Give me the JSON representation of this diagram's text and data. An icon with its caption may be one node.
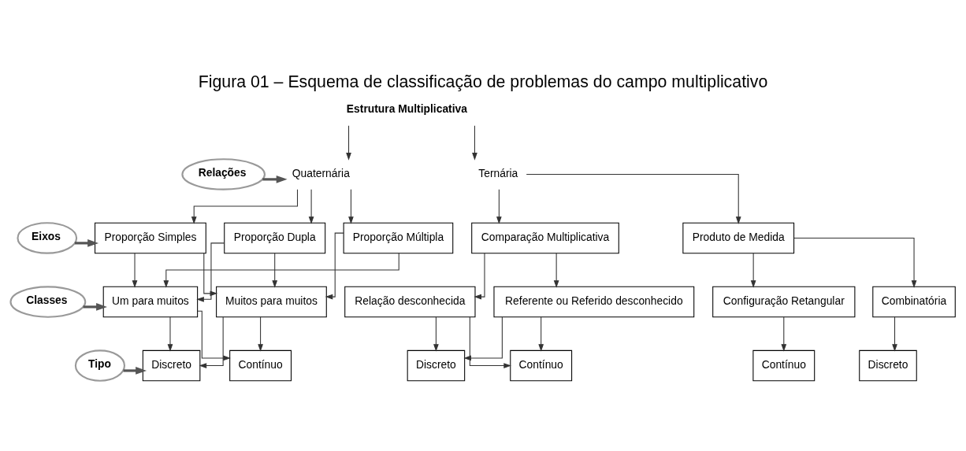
{
  "diagram": {
    "title": "Figura 01 – Esquema de classificação de problemas do campo multiplicativo",
    "nodes": [
      {
        "text": [
          "Estrutura Multiplicativa"
        ]
      },
      {
        "text": [
          "Relações"
        ]
      },
      {
        "text": [
          "Quaternária"
        ]
      },
      {
        "text": [
          "Ternária"
        ]
      },
      {
        "text": [
          "Eixos"
        ]
      },
      {
        "text": [
          "Proporção Simples"
        ]
      },
      {
        "text": [
          "Proporção Dupla"
        ]
      },
      {
        "text": [
          "Proporção Múltipla"
        ]
      },
      {
        "text": [
          "Comparação Multiplicativa"
        ]
      },
      {
        "text": [
          "Produto de Medida"
        ]
      },
      {
        "text": [
          "Classes"
        ]
      },
      {
        "text": [
          "Um para muitos"
        ]
      },
      {
        "text": [
          "Muitos para muitos"
        ]
      },
      {
        "text": [
          "Relação desconhecida"
        ]
      },
      {
        "text": [
          "Referente ou Referido desconhecido"
        ]
      },
      {
        "text": [
          "Configuração Retangular"
        ]
      },
      {
        "text": [
          "Combinatória"
        ]
      },
      {
        "text": [
          "Tipo"
        ]
      },
      {
        "text": [
          "Discreto"
        ]
      },
      {
        "text": [
          "Contínuo"
        ]
      },
      {
        "text": [
          "Discreto"
        ]
      },
      {
        "text": [
          "Contínuo"
        ]
      },
      {
        "text": [
          "Contínuo"
        ]
      },
      {
        "text": [
          "Discreto"
        ]
      }
    ],
    "edges": [
      {
        "from": 0,
        "to": 2,
        "arrow": "to"
      },
      {
        "from": 0,
        "to": 3,
        "arrow": "to"
      },
      {
        "from": 1,
        "to": 2,
        "arrow": "to",
        "style": "thick"
      },
      {
        "from": 2,
        "to": 5,
        "arrow": "to"
      },
      {
        "from": 2,
        "to": 6,
        "arrow": "to"
      },
      {
        "from": 2,
        "to": 7,
        "arrow": "to"
      },
      {
        "from": 4,
        "to": 5,
        "arrow": "to",
        "style": "thick"
      },
      {
        "from": 3,
        "to": 8,
        "arrow": "to"
      },
      {
        "from": 3,
        "to": 9,
        "arrow": "to"
      },
      {
        "from": 5,
        "to": 11,
        "arrow": "to"
      },
      {
        "from": 5,
        "to": 12,
        "arrow": "to"
      },
      {
        "from": 6,
        "to": 11,
        "arrow": "to"
      },
      {
        "from": 6,
        "to": 12,
        "arrow": "to"
      },
      {
        "from": 7,
        "to": 11,
        "arrow": "to"
      },
      {
        "from": 7,
        "to": 12,
        "arrow": "to"
      },
      {
        "from": 10,
        "to": 11,
        "arrow": "to",
        "style": "thick"
      },
      {
        "from": 8,
        "to": 13,
        "arrow": "to"
      },
      {
        "from": 8,
        "to": 14,
        "arrow": "to"
      },
      {
        "from": 9,
        "to": 15,
        "arrow": "to"
      },
      {
        "from": 9,
        "to": 16,
        "arrow": "to"
      },
      {
        "from": 11,
        "to": 18,
        "arrow": "to"
      },
      {
        "from": 11,
        "to": 19,
        "arrow": "to"
      },
      {
        "from": 12,
        "to": 18,
        "arrow": "to"
      },
      {
        "from": 12,
        "to": 19,
        "arrow": "to"
      },
      {
        "from": 17,
        "to": 18,
        "arrow": "to",
        "style": "thick"
      },
      {
        "from": 13,
        "to": 20,
        "arrow": "to"
      },
      {
        "from": 13,
        "to": 21,
        "arrow": "to"
      },
      {
        "from": 14,
        "to": 20,
        "arrow": "to"
      },
      {
        "from": 14,
        "to": 21,
        "arrow": "to"
      },
      {
        "from": 15,
        "to": 22,
        "arrow": "to"
      },
      {
        "from": 16,
        "to": 23,
        "arrow": "to"
      }
    ]
  }
}
